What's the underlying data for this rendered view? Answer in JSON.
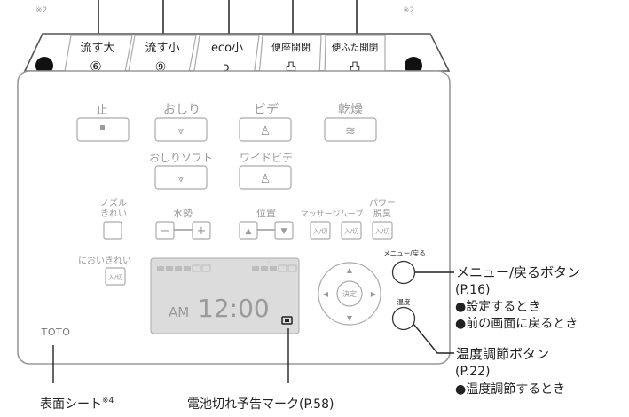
{
  "top_buttons": [
    {
      "label": "流す大",
      "symbol": "⑥"
    },
    {
      "label": "流す小",
      "symbol": "⑨"
    },
    {
      "label": "eco小",
      "symbol": "ↄ"
    },
    {
      "label": "便座開閉",
      "symbol": "凸"
    },
    {
      "label": "便ふた開閉",
      "symbol": "凸"
    }
  ],
  "note_left": "※2",
  "note_right": "※2",
  "buttons": {
    "stop": "止",
    "oshiri": "おしり",
    "bidet": "ビデ",
    "dry": "乾燥",
    "oshiri_soft": "おしりソフト",
    "wide_bidet": "ワイドビデ",
    "nozzle_1": "ノズル",
    "nozzle_2": "きれい",
    "water_force": "水勢",
    "position": "位置",
    "massage": "マッサージ",
    "move": "ムーブ",
    "power_1": "パワー",
    "power_2": "脱臭",
    "toggle": "入/切",
    "odor": "においきれい",
    "decide": "決定",
    "menu_back": "メニュー/戻る",
    "temp": "温度"
  },
  "display": {
    "ampm": "AM",
    "time": "12:00"
  },
  "brand": "TOTO",
  "callouts": {
    "menu_title": "メニュー/戻るボタン",
    "menu_page": "(P.16)",
    "menu_b1": "●設定するとき",
    "menu_b2": "●前の画面に戻るとき",
    "temp_title": "温度調節ボタン",
    "temp_page": "(P.22)",
    "temp_b1": "●温度調節するとき",
    "surface_sheet": "表面シート",
    "surface_note": "※4",
    "battery": "電池切れ予告マーク",
    "battery_page": "(P.58)"
  }
}
